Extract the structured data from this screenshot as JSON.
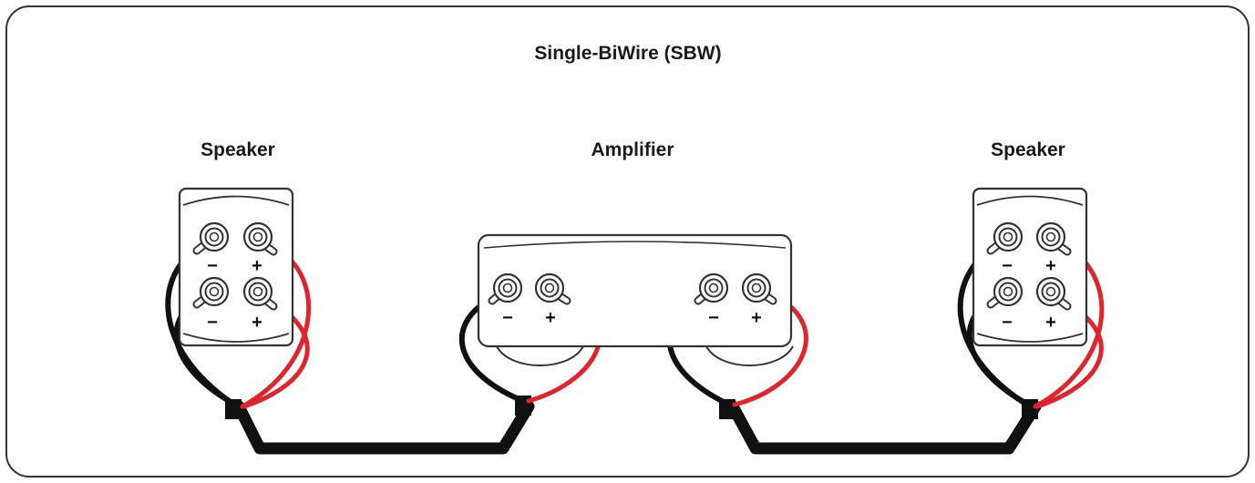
{
  "title": "Single-BiWire (SBW)",
  "labels": {
    "speaker_left": "Speaker",
    "amplifier": "Amplifier",
    "speaker_right": "Speaker"
  },
  "terminal_signs": {
    "negative": "−",
    "positive": "+"
  },
  "colors": {
    "negative_wire": "#111111",
    "positive_wire": "#e0242b",
    "outline": "#333333"
  }
}
